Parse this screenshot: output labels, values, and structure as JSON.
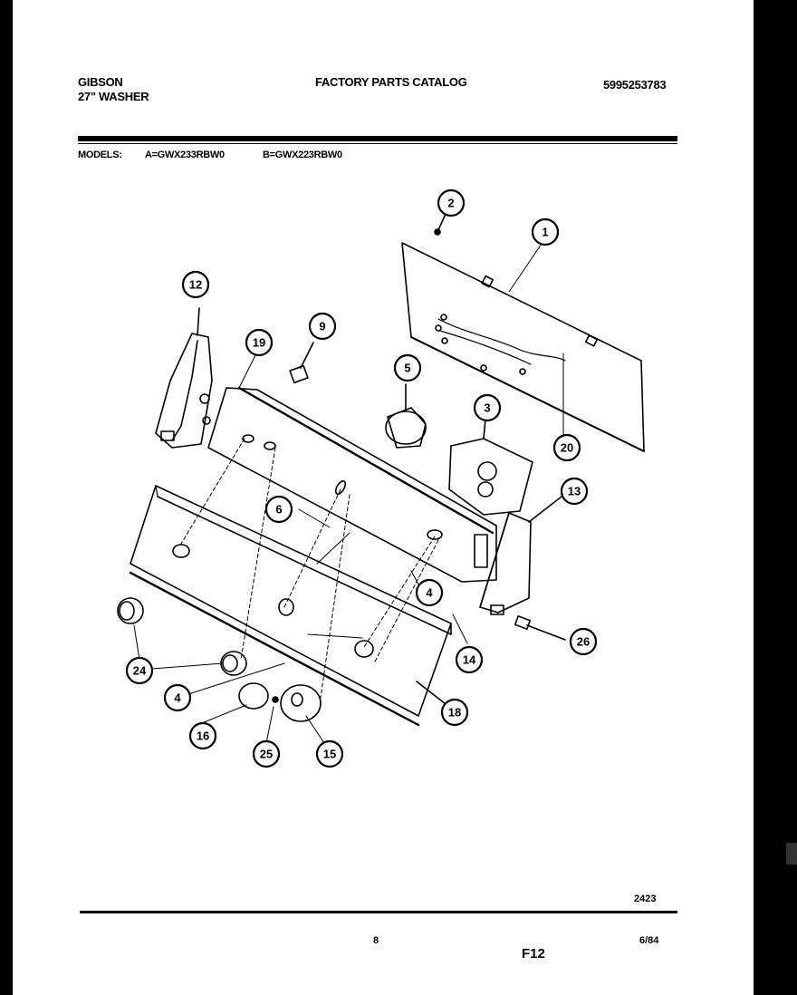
{
  "header": {
    "brand": "GIBSON",
    "product": "27\" WASHER",
    "catalog_title": "FACTORY PARTS CATALOG",
    "catalog_number": "5995253783"
  },
  "models": {
    "label": "MODELS:",
    "model_a": "A=GWX233RBW0",
    "model_b": "B=GWX223RBW0"
  },
  "diagram": {
    "callouts": [
      "1",
      "2",
      "3",
      "4",
      "4",
      "5",
      "6",
      "9",
      "12",
      "13",
      "14",
      "15",
      "16",
      "18",
      "19",
      "20",
      "24",
      "25",
      "26"
    ],
    "drawing_number": "2423"
  },
  "footer": {
    "page": "8",
    "section": "F12",
    "date": "6/84"
  },
  "colors": {
    "paper": "#ffffff",
    "ink": "#000000",
    "scan_border": "#000000"
  }
}
